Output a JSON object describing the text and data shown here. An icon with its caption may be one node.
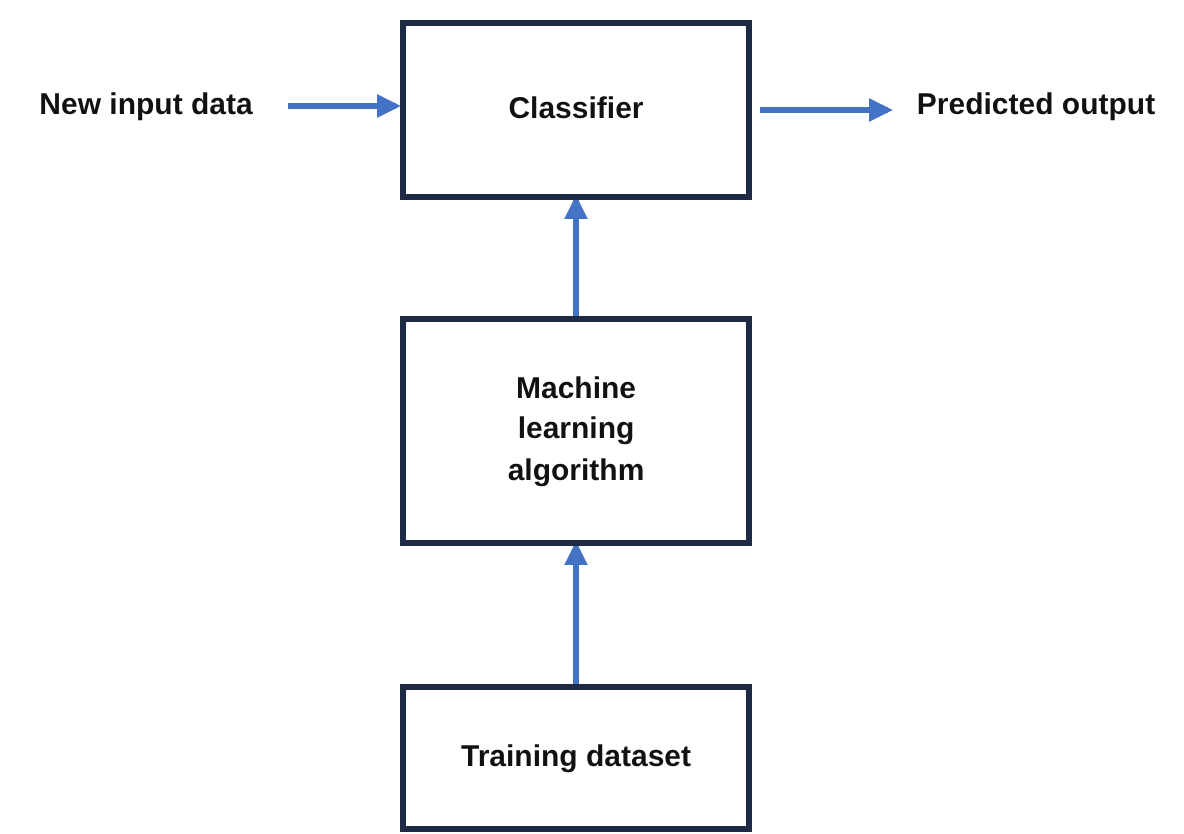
{
  "diagram": {
    "nodes": [
      {
        "text": [
          "New input data"
        ]
      },
      {
        "text": [
          "Classifier"
        ]
      },
      {
        "text": [
          "Predicted output"
        ]
      },
      {
        "text": [
          "Machine learning algorithm"
        ]
      },
      {
        "text": [
          "Training dataset"
        ]
      }
    ],
    "edges": [
      {
        "from": 0,
        "to": 1,
        "arrow": "to"
      },
      {
        "from": 1,
        "to": 2,
        "arrow": "to"
      },
      {
        "from": 3,
        "to": 1,
        "arrow": "to"
      },
      {
        "from": 4,
        "to": 3,
        "arrow": "to"
      }
    ]
  }
}
